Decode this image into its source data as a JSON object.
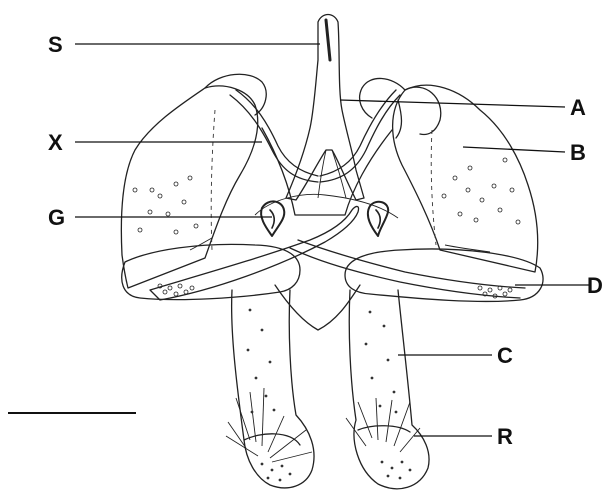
{
  "labels": {
    "S": "S",
    "A": "A",
    "X": "X",
    "B": "B",
    "G": "G",
    "D": "D",
    "C": "C",
    "R": "R"
  }
}
